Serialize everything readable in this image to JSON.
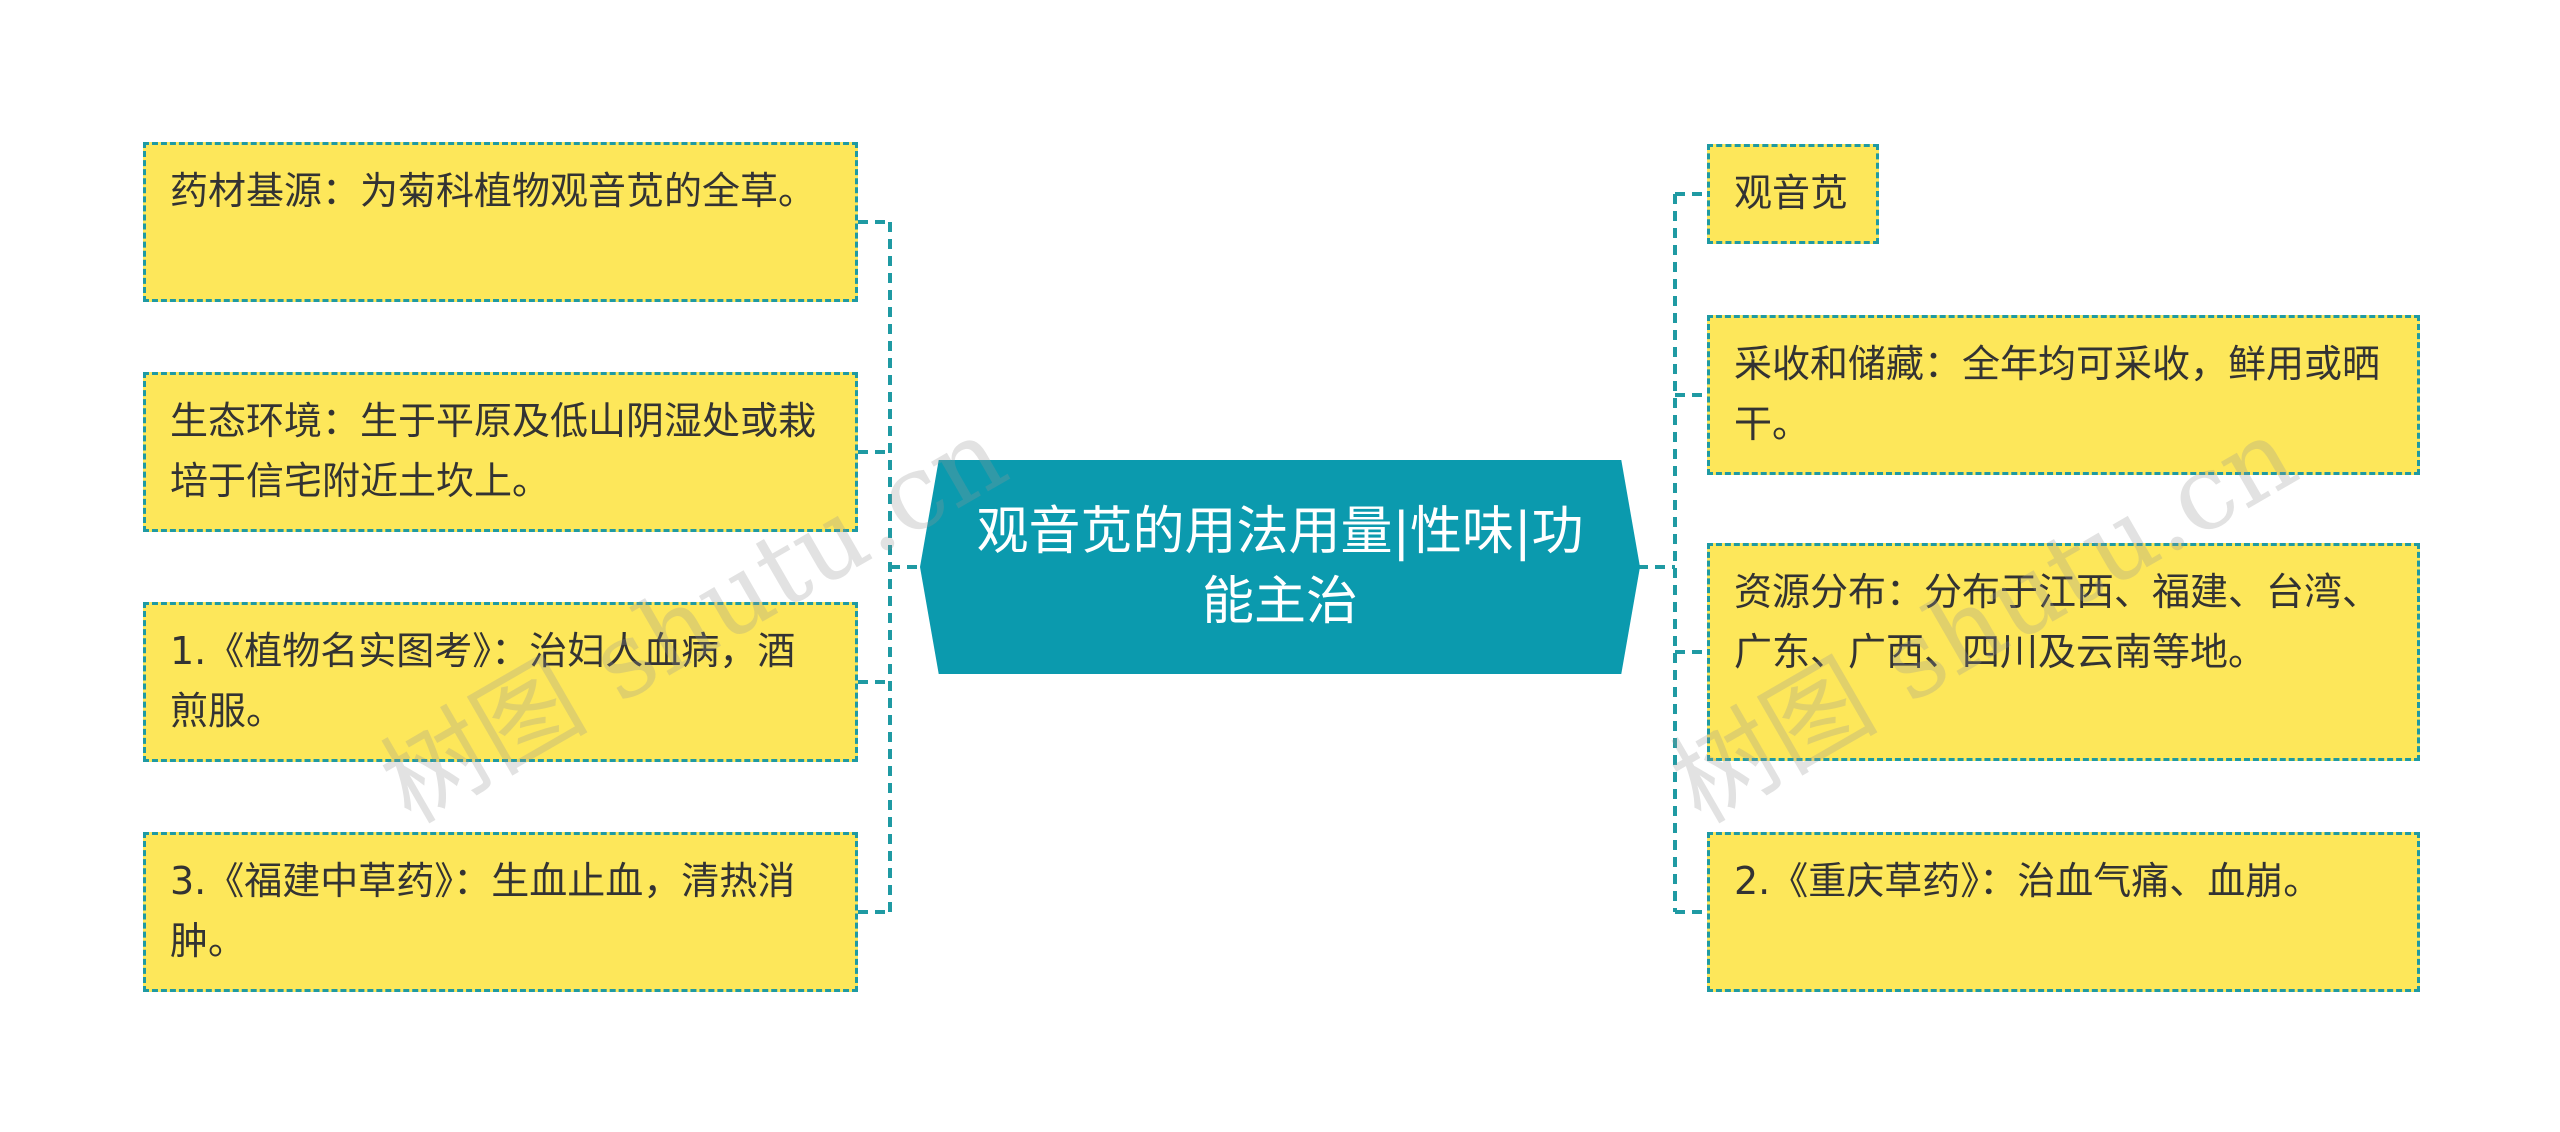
{
  "center": {
    "title": "观音苋的用法用量|性味|功能主治"
  },
  "left_nodes": [
    {
      "text": "药材基源：为菊科植物观音苋的全草。"
    },
    {
      "text": "生态环境：生于平原及低山阴湿处或栽培于信宅附近土坎上。"
    },
    {
      "text": "1.《植物名实图考》：治妇人血病，酒煎服。"
    },
    {
      "text": "3.《福建中草药》：生血止血，清热消肿。"
    }
  ],
  "right_nodes": [
    {
      "text": "观音苋"
    },
    {
      "text": "采收和储藏：全年均可采收，鲜用或晒干。"
    },
    {
      "text": "资源分布：分布于江西、福建、台湾、广东、广西、四川及云南等地。"
    },
    {
      "text": "2.《重庆草药》：治血气痛、血崩。"
    }
  ],
  "watermark": {
    "text": "树图 shutu.cn"
  },
  "colors": {
    "node_fill": "#fde75a",
    "node_border": "#1f9aa3",
    "center_fill": "#0b9aae",
    "connector": "#1f9aa3"
  }
}
